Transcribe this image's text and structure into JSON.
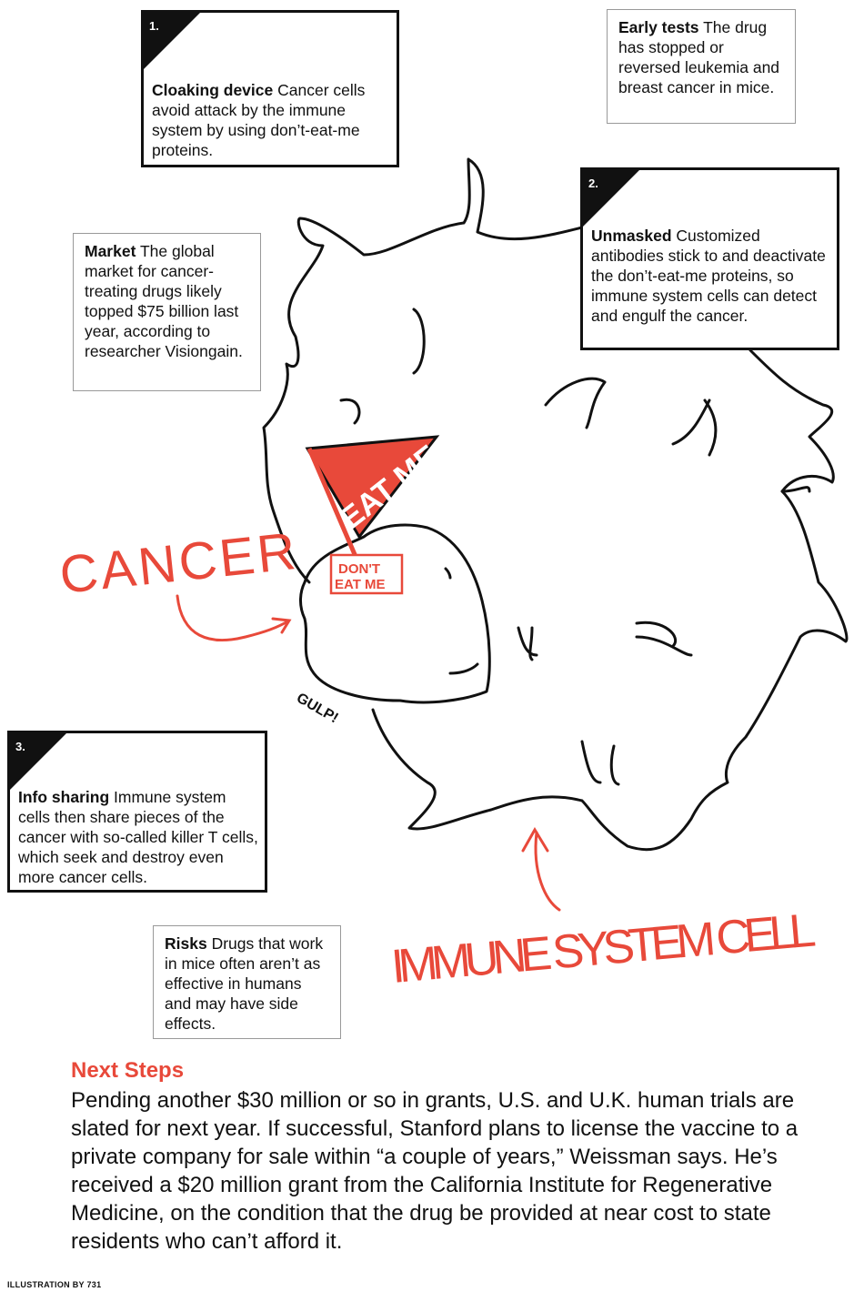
{
  "boxes": {
    "cloaking": {
      "number": "1.",
      "title": "Cloaking device",
      "text": " Cancer cells avoid attack by the immune system by using don’t-eat-me proteins."
    },
    "early_tests": {
      "title": "Early tests",
      "text": " The drug has stopped or reversed leukemia and breast cancer in mice."
    },
    "unmasked": {
      "number": "2.",
      "title": "Unmasked",
      "text": " Customized antibodies stick to and deactivate the don’t-eat-me proteins, so immune system cells can detect and engulf the cancer."
    },
    "market": {
      "title": "Market",
      "text": " The global market for cancer-treating drugs likely topped $75 billion last year, according to researcher Visiongain."
    },
    "info_sharing": {
      "number": "3.",
      "title": "Info sharing",
      "text": " Immune system cells then share pieces of the cancer with so-called killer T cells, which seek and destroy even more cancer cells."
    },
    "risks": {
      "title": "Risks",
      "text": " Drugs that work in mice often aren’t as effective in humans and may have side effects."
    }
  },
  "illustration": {
    "cancer_label": "CANCER",
    "immune_label": "IMMUNE SYSTEM CELL",
    "flag_text": "EAT ME",
    "sign_text": [
      "DON'T",
      "EAT ME"
    ],
    "sound": "GULP!",
    "accent_color": "#e8493a"
  },
  "next_steps": {
    "title": "Next Steps",
    "body": "Pending another $30 million or so in grants, U.S. and U.K. human trials are slated for next year. If successful, Stanford plans to license the vaccine to a private company for sale within “a couple of years,” Weissman says. He’s received a $20 million grant from the California Institute for Regenerative Medicine, on the condition that the drug be provided at near cost to state residents who can’t afford it."
  },
  "credit": "ILLUSTRATION BY 731"
}
